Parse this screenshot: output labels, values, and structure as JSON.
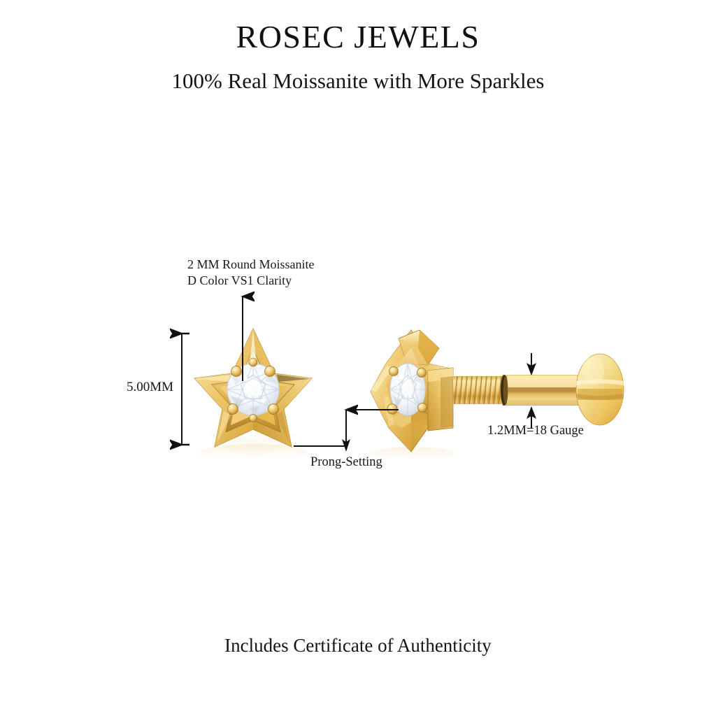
{
  "header": {
    "brand": "ROSEC JEWELS",
    "tagline": "100% Real Moissanite with More Sparkles"
  },
  "footer": {
    "note": "Includes Certificate of Authenticity"
  },
  "annotations": {
    "stone_line1": "2 MM Round Moissanite",
    "stone_line2": "D Color VS1 Clarity",
    "height_dimension": "5.00MM",
    "prong_setting": "Prong-Setting",
    "gauge": "1.2MM=18 Gauge"
  },
  "product": {
    "front_view_name": "star-stud-front-view",
    "side_view_name": "star-stud-side-view-with-post",
    "stone_shape": "round-brilliant",
    "setting": "prong",
    "back_type": "flat-disc-labret-back"
  },
  "colors": {
    "background": "#ffffff",
    "text": "#161616",
    "gold_highlight": "#fbeec0",
    "gold_light": "#f6d98f",
    "gold_mid": "#e8b949",
    "gold_deep": "#c9952f",
    "gold_shadow": "#a97a24",
    "stone_white": "#ffffff",
    "stone_shade": "#d8dee8",
    "annotation_line": "#111111"
  }
}
